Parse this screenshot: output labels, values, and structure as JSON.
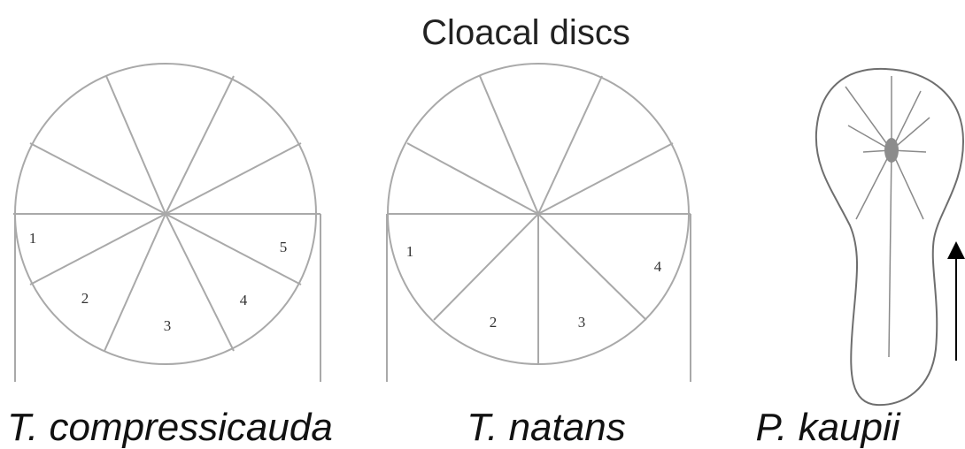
{
  "title": "Cloacal discs",
  "panels": [
    {
      "species": "T. compressicauda",
      "segment_numbers": [
        "1",
        "2",
        "3",
        "4",
        "5"
      ]
    },
    {
      "species": "T. natans",
      "segment_numbers": [
        "1",
        "2",
        "3",
        "4"
      ]
    },
    {
      "species": "P. kaupii"
    }
  ]
}
